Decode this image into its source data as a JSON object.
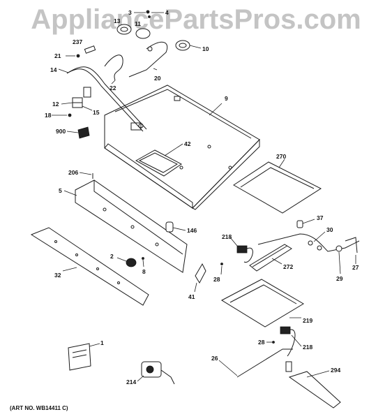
{
  "watermark": "AppliancePartsPros.com",
  "art_number": "(ART NO. WB14411 C)",
  "callouts": [
    "3",
    "4",
    "13",
    "11",
    "10",
    "21",
    "237",
    "14",
    "22",
    "20",
    "9",
    "12",
    "15",
    "18",
    "900",
    "42",
    "270",
    "206",
    "5",
    "146",
    "37",
    "218",
    "30",
    "2",
    "8",
    "272",
    "27",
    "32",
    "28",
    "29",
    "41",
    "219",
    "1",
    "28",
    "218",
    "26",
    "294",
    "214"
  ]
}
